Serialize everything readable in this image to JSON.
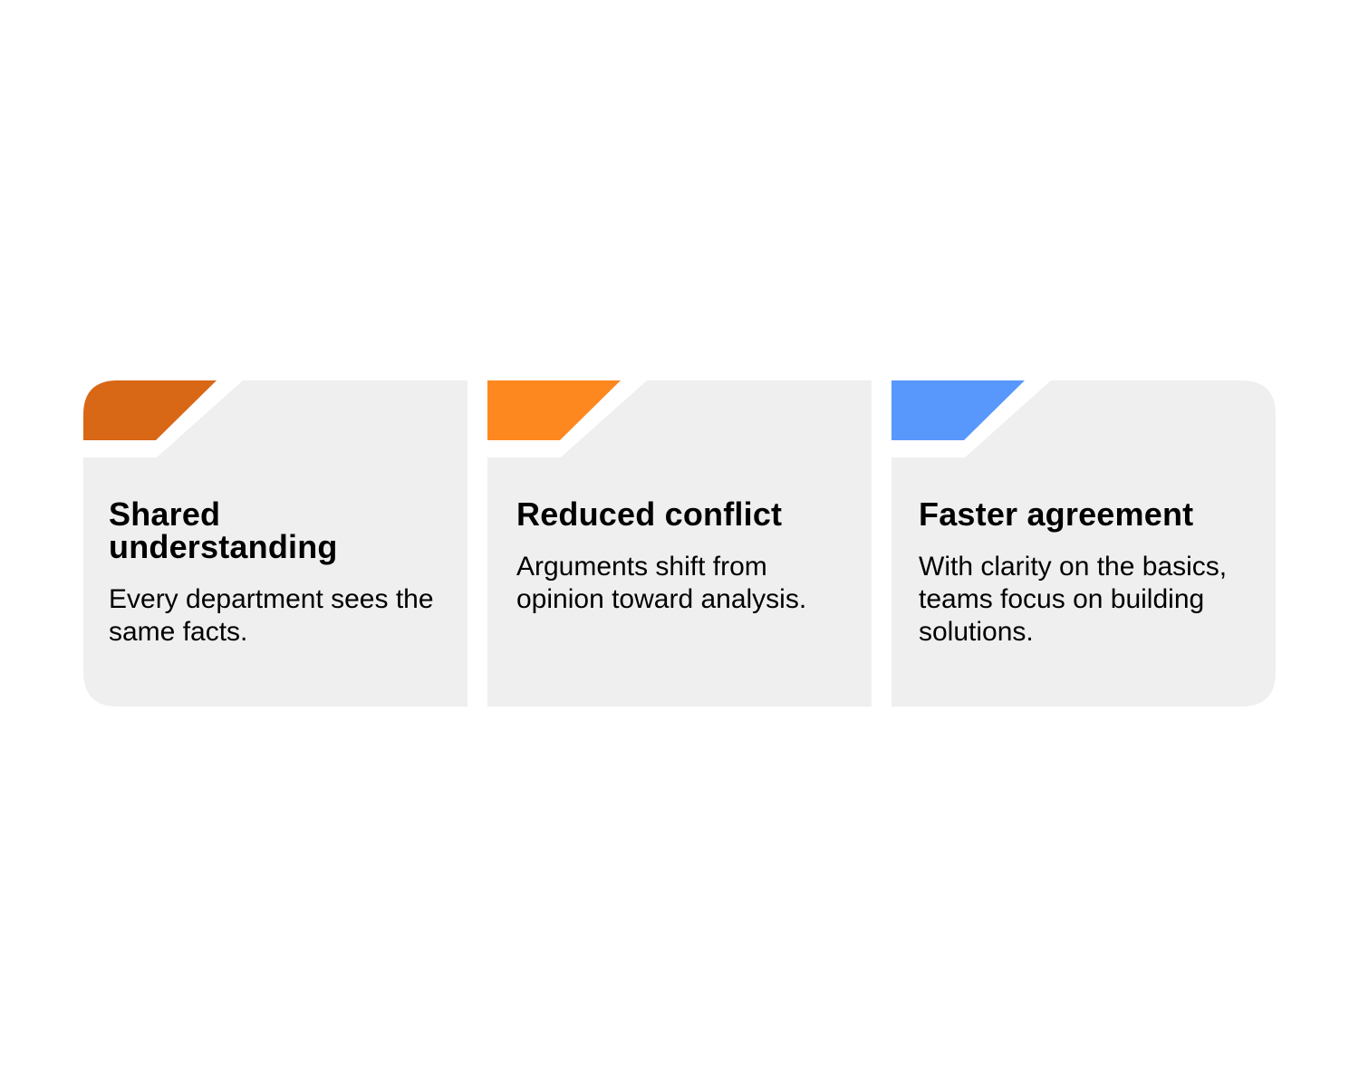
{
  "colors": {
    "card_background": "#efefef",
    "page_background": "#ffffff",
    "accent_1": "#d86716",
    "accent_2": "#fd881f",
    "accent_3": "#5898fc"
  },
  "cards": [
    {
      "title": "Shared understanding",
      "body": "Every department sees the same facts.",
      "accent": "#d86716"
    },
    {
      "title": "Reduced conflict",
      "body": "Arguments shift from opinion toward analysis.",
      "accent": "#fd881f"
    },
    {
      "title": "Faster agreement",
      "body": "With clarity on the basics, teams focus on building solutions.",
      "accent": "#5898fc"
    }
  ]
}
